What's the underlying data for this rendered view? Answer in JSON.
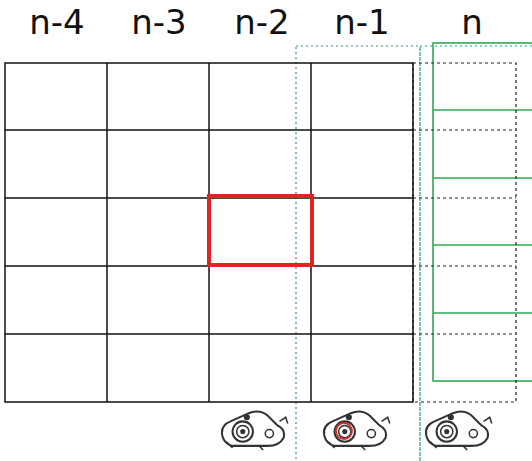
{
  "diagram": {
    "labels": [
      "n-4",
      "n-3",
      "n-2",
      "n-1",
      "n"
    ]
  }
}
